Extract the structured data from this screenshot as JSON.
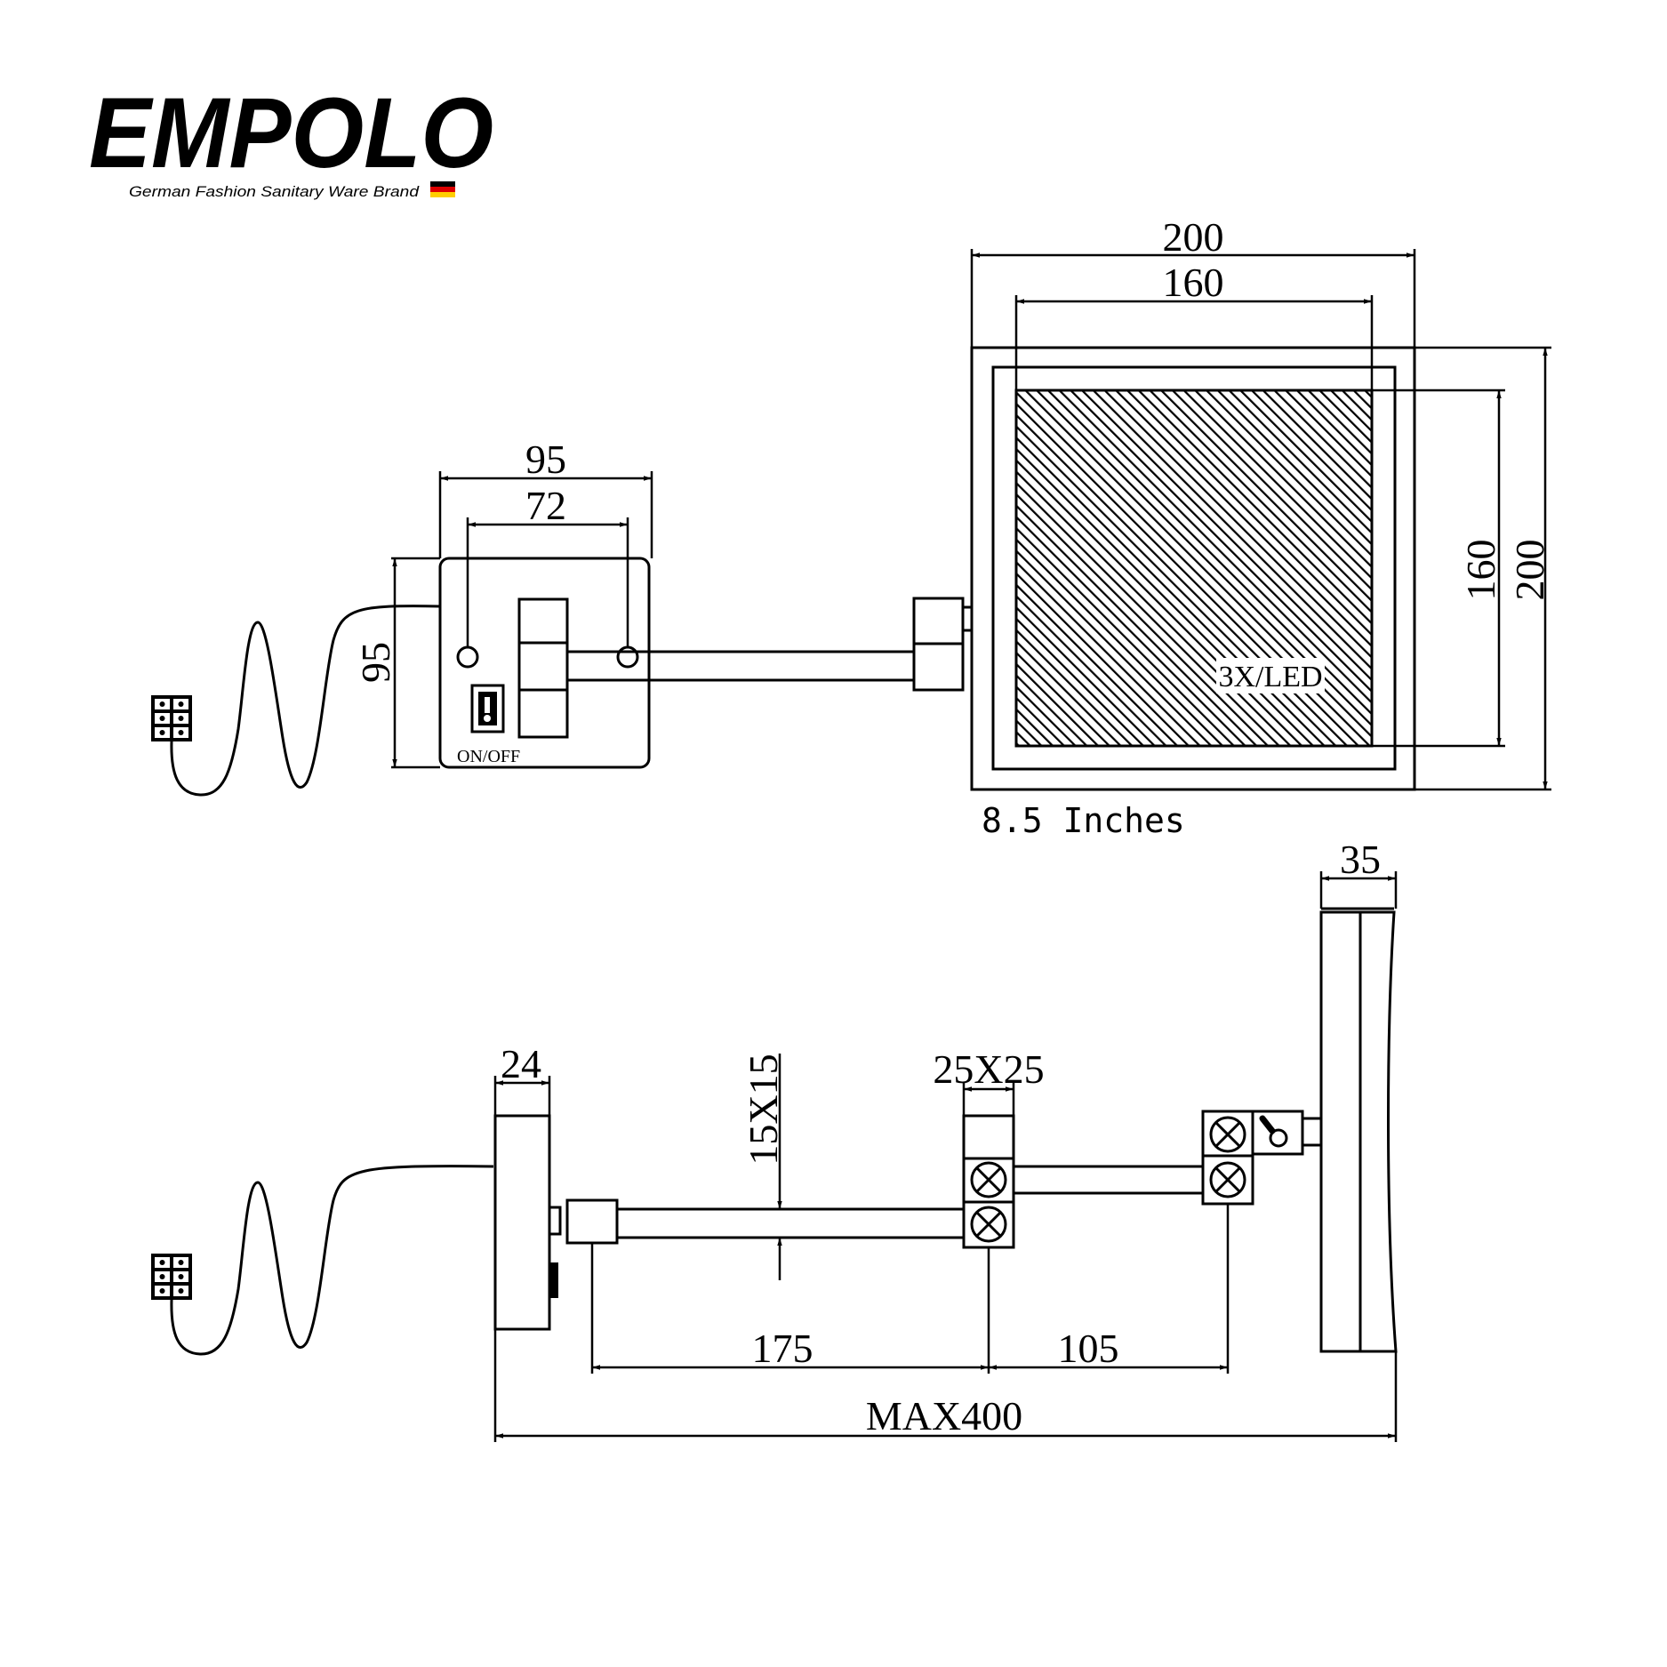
{
  "brand": {
    "name": "EMPOLO",
    "tagline": "German Fashion Sanitary Ware Brand",
    "flag_colors": [
      "#000000",
      "#dd0000",
      "#ffce00"
    ]
  },
  "front_view": {
    "base_outer_width": "95",
    "base_hole_spacing": "72",
    "base_height": "95",
    "switch_label": "ON/OFF",
    "mirror_outer_width": "200",
    "mirror_inner_width": "160",
    "mirror_inner_height": "160",
    "mirror_outer_height": "200",
    "mirror_label": "3X/LED",
    "size_caption": "8.5 Inches"
  },
  "side_view": {
    "base_depth": "24",
    "arm_section": "15X15",
    "joint_section": "25X25",
    "arm1_length": "175",
    "arm2_length": "105",
    "mirror_depth": "35",
    "max_extension": "MAX400"
  },
  "colors": {
    "line": "#000000",
    "hatch": "#000000",
    "logo": "#2b2b2b"
  }
}
